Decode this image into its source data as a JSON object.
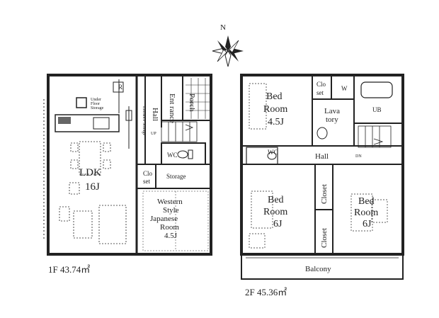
{
  "compass": {
    "north_label": "N"
  },
  "floor1": {
    "caption": "1F 43.74㎡",
    "rooms": {
      "ldk": {
        "name": "LDK",
        "size": "16J"
      },
      "under_floor": {
        "line1": "Under",
        "line2": "Floor",
        "line3": "Storage"
      },
      "r_mark": "R",
      "hall": "Hall",
      "entrance_storage": "Entrance Storage",
      "entrance": "Ent rance",
      "porch": "Porch",
      "up": "UP",
      "wc": "WC",
      "closet": {
        "line1": "Clo",
        "line2": "set"
      },
      "storage": "Storage",
      "japanese": {
        "line1": "Western",
        "line2": "Style",
        "line3": "Japanese",
        "line4": "Room",
        "line5": "4.5J"
      }
    }
  },
  "floor2": {
    "caption": "2F 45.36㎡",
    "rooms": {
      "bed1": {
        "line1": "Bed",
        "line2": "Room",
        "line3": "4.5J"
      },
      "closet_top": {
        "line1": "Clo",
        "line2": "set"
      },
      "w_mark": "W",
      "lavatory": {
        "line1": "Lava",
        "line2": "tory"
      },
      "ub": "UB",
      "wc": "WC",
      "hall": "Hall",
      "dn": "DN",
      "bed2": {
        "line1": "Bed",
        "line2": "Room",
        "line3": "6J"
      },
      "bed3": {
        "line1": "Bed",
        "line2": "Room",
        "line3": "6J"
      },
      "closet_a": "Closet",
      "closet_b": "Closet",
      "balcony": "Balcony"
    }
  }
}
